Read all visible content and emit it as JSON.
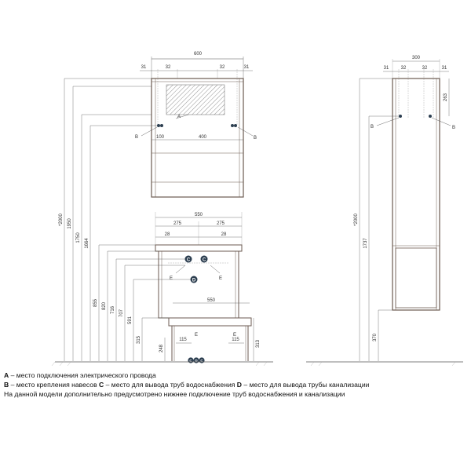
{
  "drawing": {
    "mirror": {
      "width": "600",
      "left_offset": "31",
      "left_inner": "32",
      "right_inner": "32",
      "right_offset": "31",
      "bottom_left": "100",
      "bottom_center": "400",
      "label_a": "A",
      "label_b_left": "B",
      "label_b_right": "B"
    },
    "cabinet": {
      "width": "300",
      "d1": "31",
      "d2": "32",
      "d3": "32",
      "d4": "31",
      "top_height": "263",
      "height_total": "*2000",
      "height_mid": "1737",
      "height_bottom": "370",
      "label_b_left": "B",
      "label_b_right": "B"
    },
    "vanity": {
      "top_width": "550",
      "half_left": "275",
      "half_right": "275",
      "edge_left": "28",
      "edge_right": "28",
      "base_width": "550",
      "leg_left": "115",
      "leg_right": "115",
      "base_height": "313",
      "leg_height": "248",
      "label_c1": "C",
      "label_c2": "C",
      "label_d": "D",
      "label_e_left": "E",
      "label_e_right": "E",
      "label_e_base": "E",
      "label_e_base2": "E",
      "bottom_markers": [
        "C",
        "D",
        "C"
      ]
    },
    "heights": [
      "*2000",
      "1950",
      "1750",
      "1664",
      "855",
      "820",
      "716",
      "707",
      "591",
      "315"
    ]
  },
  "legend": {
    "a_key": "A",
    "a_text": " – место подключения электрического провода",
    "b_key": "B",
    "b_text": " – место крепления навесов ",
    "c_key": "C",
    "c_text": " – место для вывода труб водоснабжения ",
    "d_key": "D",
    "d_text": " – место для вывода трубы канализации",
    "note": "На данной модели дополнительно предусмотрено нижнее подключение труб водоснабжения и канализации"
  },
  "colors": {
    "line": "#444444",
    "panel": "#6b5a50",
    "marker": "#2c3e50"
  }
}
